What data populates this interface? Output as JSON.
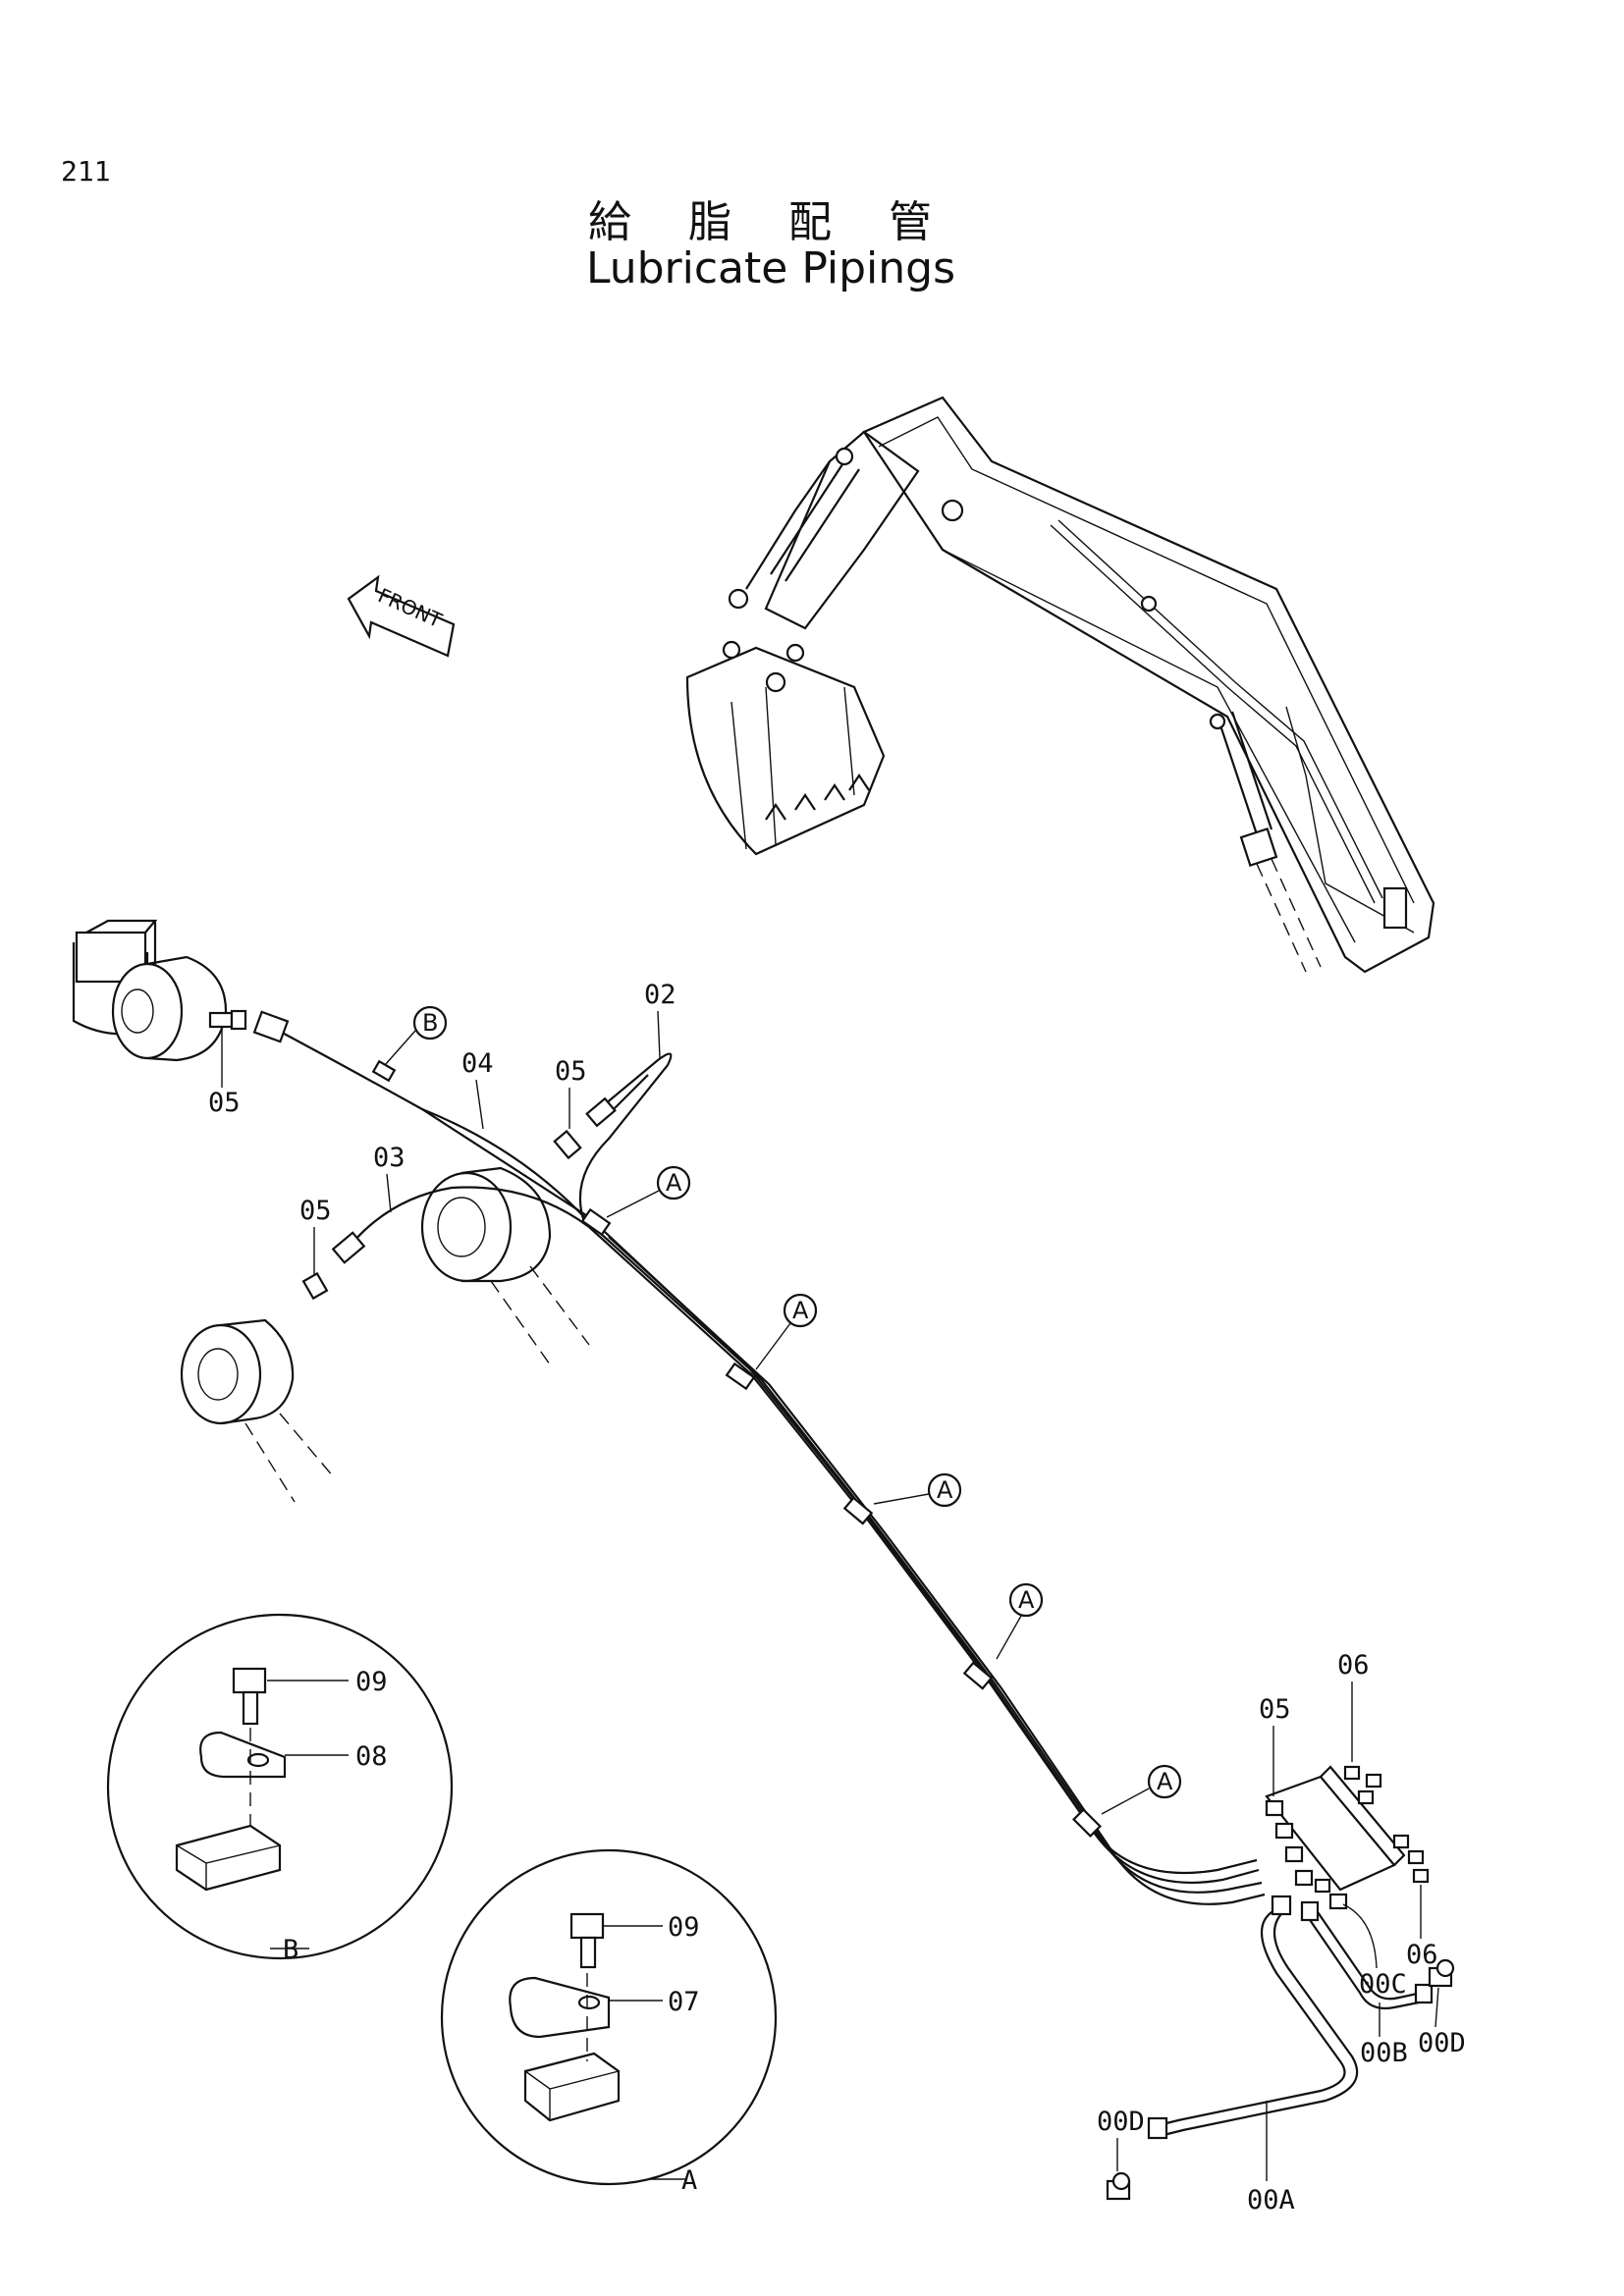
{
  "page_number": "211",
  "title_jp": "給 脂 配 管",
  "title_en": "Lubricate Pipings",
  "front_arrow_label": "FRONT",
  "part_labels": {
    "p02": "02",
    "p03": "03",
    "p04": "04",
    "p05": "05",
    "p06": "06",
    "p07": "07",
    "p08": "08",
    "p09": "09",
    "p00A": "00A",
    "p00B": "00B",
    "p00C": "00C",
    "p00D": "00D"
  },
  "callouts": {
    "a": "A",
    "b": "B"
  },
  "detail_views": {
    "detail_a_caption": "A",
    "detail_b_caption": "B"
  }
}
